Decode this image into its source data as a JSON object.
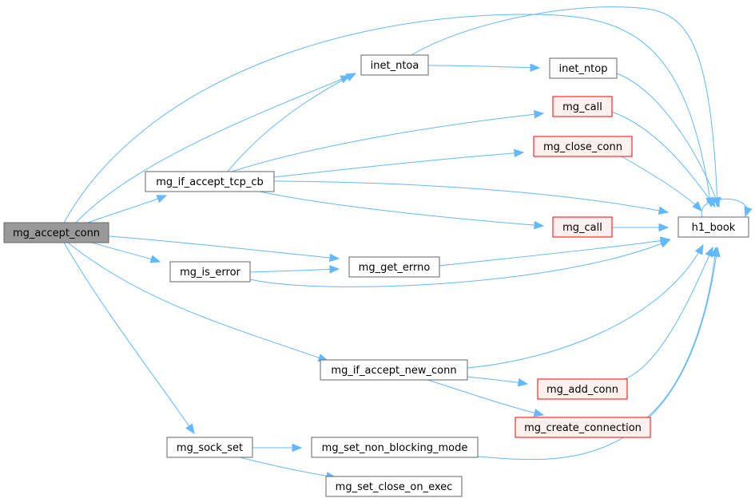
{
  "colors": {
    "edge": "#63b8ff",
    "node_fill": "#ffffff",
    "node_stroke": "#666666",
    "root_fill": "#999999",
    "root_stroke": "#666666",
    "truncated_fill": "#fff0f0",
    "truncated_stroke": "#ff0000"
  },
  "nodes": [
    {
      "id": "mg_accept_conn",
      "label": "mg_accept_conn",
      "kind": "root"
    },
    {
      "id": "inet_ntoa",
      "label": "inet_ntoa",
      "kind": "normal"
    },
    {
      "id": "inet_ntop",
      "label": "inet_ntop",
      "kind": "normal"
    },
    {
      "id": "mg_call_1",
      "label": "mg_call",
      "kind": "truncated"
    },
    {
      "id": "mg_close_conn",
      "label": "mg_close_conn",
      "kind": "truncated"
    },
    {
      "id": "mg_if_accept_tcp_cb",
      "label": "mg_if_accept_tcp_cb",
      "kind": "normal"
    },
    {
      "id": "mg_call_2",
      "label": "mg_call",
      "kind": "truncated"
    },
    {
      "id": "h1_book",
      "label": "h1_book",
      "kind": "normal"
    },
    {
      "id": "mg_is_error",
      "label": "mg_is_error",
      "kind": "normal"
    },
    {
      "id": "mg_get_errno",
      "label": "mg_get_errno",
      "kind": "normal"
    },
    {
      "id": "mg_if_accept_new_conn",
      "label": "mg_if_accept_new_conn",
      "kind": "normal"
    },
    {
      "id": "mg_add_conn",
      "label": "mg_add_conn",
      "kind": "truncated"
    },
    {
      "id": "mg_create_connection",
      "label": "mg_create_connection",
      "kind": "truncated"
    },
    {
      "id": "mg_sock_set",
      "label": "mg_sock_set",
      "kind": "normal"
    },
    {
      "id": "mg_set_non_blocking_mode",
      "label": "mg_set_non_blocking_mode",
      "kind": "normal"
    },
    {
      "id": "mg_set_close_on_exec",
      "label": "mg_set_close_on_exec",
      "kind": "normal"
    }
  ],
  "edges": [
    {
      "from": "mg_accept_conn",
      "to": "h1_book"
    },
    {
      "from": "mg_accept_conn",
      "to": "inet_ntoa"
    },
    {
      "from": "mg_accept_conn",
      "to": "mg_if_accept_tcp_cb"
    },
    {
      "from": "mg_accept_conn",
      "to": "mg_get_errno"
    },
    {
      "from": "mg_accept_conn",
      "to": "mg_is_error"
    },
    {
      "from": "mg_accept_conn",
      "to": "mg_if_accept_new_conn"
    },
    {
      "from": "mg_accept_conn",
      "to": "mg_sock_set"
    },
    {
      "from": "inet_ntoa",
      "to": "inet_ntop"
    },
    {
      "from": "inet_ntoa",
      "to": "h1_book"
    },
    {
      "from": "inet_ntop",
      "to": "h1_book"
    },
    {
      "from": "mg_call_1",
      "to": "h1_book"
    },
    {
      "from": "mg_close_conn",
      "to": "h1_book"
    },
    {
      "from": "mg_if_accept_tcp_cb",
      "to": "inet_ntoa"
    },
    {
      "from": "mg_if_accept_tcp_cb",
      "to": "mg_call_1"
    },
    {
      "from": "mg_if_accept_tcp_cb",
      "to": "mg_close_conn"
    },
    {
      "from": "mg_if_accept_tcp_cb",
      "to": "h1_book"
    },
    {
      "from": "mg_if_accept_tcp_cb",
      "to": "mg_call_2"
    },
    {
      "from": "mg_call_2",
      "to": "h1_book"
    },
    {
      "from": "h1_book",
      "to": "h1_book"
    },
    {
      "from": "mg_is_error",
      "to": "mg_get_errno"
    },
    {
      "from": "mg_is_error",
      "to": "h1_book"
    },
    {
      "from": "mg_get_errno",
      "to": "h1_book"
    },
    {
      "from": "mg_if_accept_new_conn",
      "to": "h1_book"
    },
    {
      "from": "mg_if_accept_new_conn",
      "to": "mg_add_conn"
    },
    {
      "from": "mg_if_accept_new_conn",
      "to": "mg_create_connection"
    },
    {
      "from": "mg_add_conn",
      "to": "h1_book"
    },
    {
      "from": "mg_create_connection",
      "to": "h1_book"
    },
    {
      "from": "mg_sock_set",
      "to": "mg_set_non_blocking_mode"
    },
    {
      "from": "mg_sock_set",
      "to": "mg_set_close_on_exec"
    },
    {
      "from": "mg_set_non_blocking_mode",
      "to": "h1_book"
    }
  ]
}
